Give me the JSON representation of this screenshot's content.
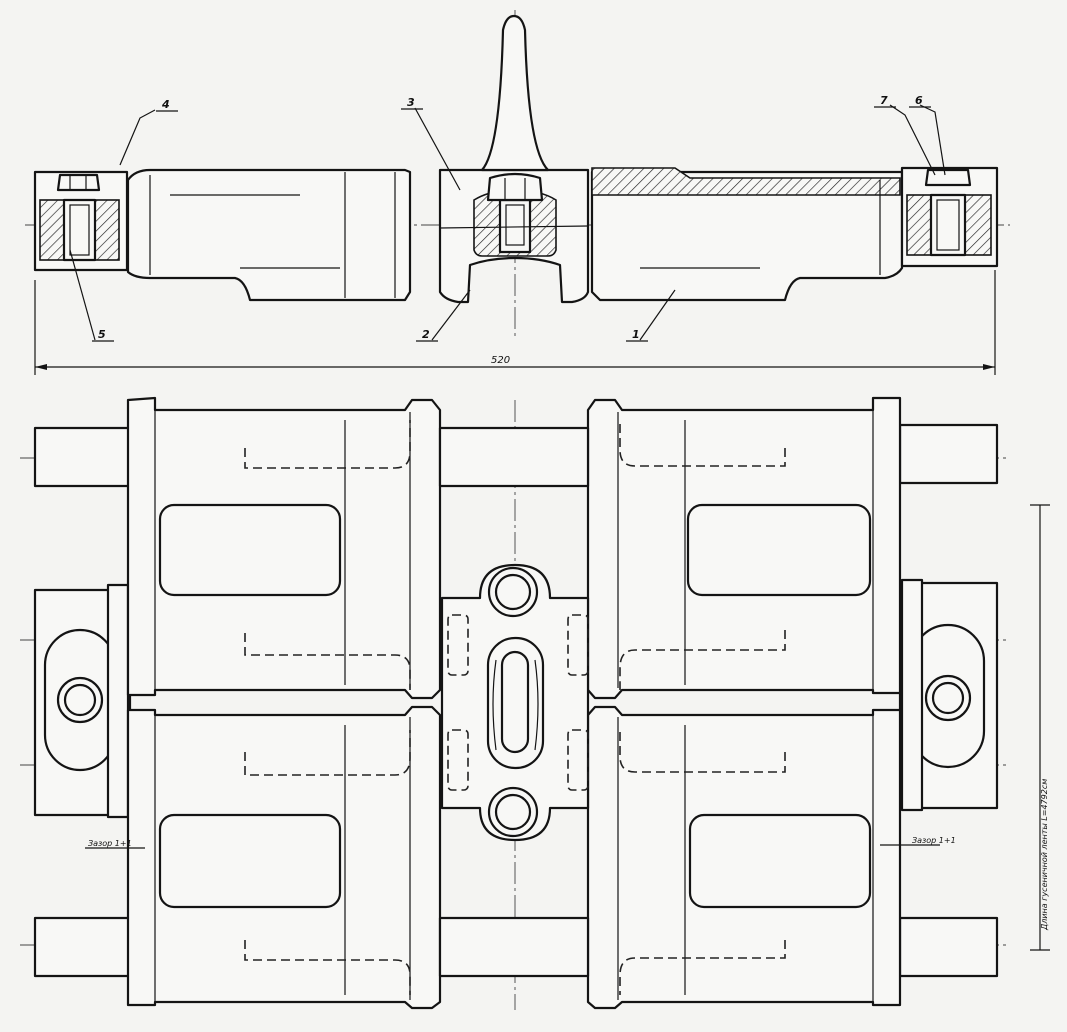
{
  "callouts": [
    "1",
    "2",
    "3",
    "4",
    "5",
    "6",
    "7"
  ],
  "dimension": "520",
  "gap_label_left": "Зазор 1+1",
  "gap_label_right": "Зазор 1+1",
  "side_note": "Длина гусеничной ленты L=4792см"
}
